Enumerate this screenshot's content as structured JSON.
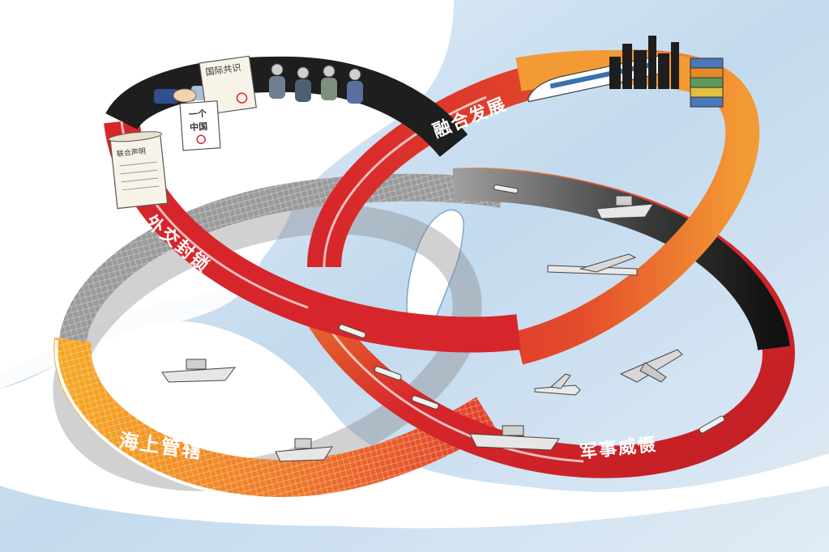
{
  "illustration": {
    "rings": [
      {
        "id": "diplomatic",
        "label": "外交封锁",
        "color": "#d7262b"
      },
      {
        "id": "integration",
        "label": "融合发展",
        "color": "#d7262b"
      },
      {
        "id": "maritime",
        "label": "海上管辖",
        "color": "#e8732a"
      },
      {
        "id": "military",
        "label": "军事威慑",
        "color": "#d7262b"
      }
    ],
    "documents": {
      "joint_statement": "联合声明",
      "international_consensus": "国际共识",
      "one_china_line1": "一个",
      "one_china_line2": "中国"
    },
    "colors": {
      "sea": "#c5dcef",
      "land": "#ffffff",
      "taiwan": "#ffffff",
      "ribbon_red": "#d7262b",
      "ribbon_orange": "#f08a2c",
      "ribbon_dark": "#1e1e1e",
      "ribbon_gray": "#8a8a8a"
    },
    "icons": [
      "handshake-icon",
      "crowd-icon",
      "train-icon",
      "skyline-icon",
      "container-stack-icon",
      "warship-icon",
      "missile-icon",
      "fighter-jet-icon",
      "bomber-icon"
    ]
  }
}
